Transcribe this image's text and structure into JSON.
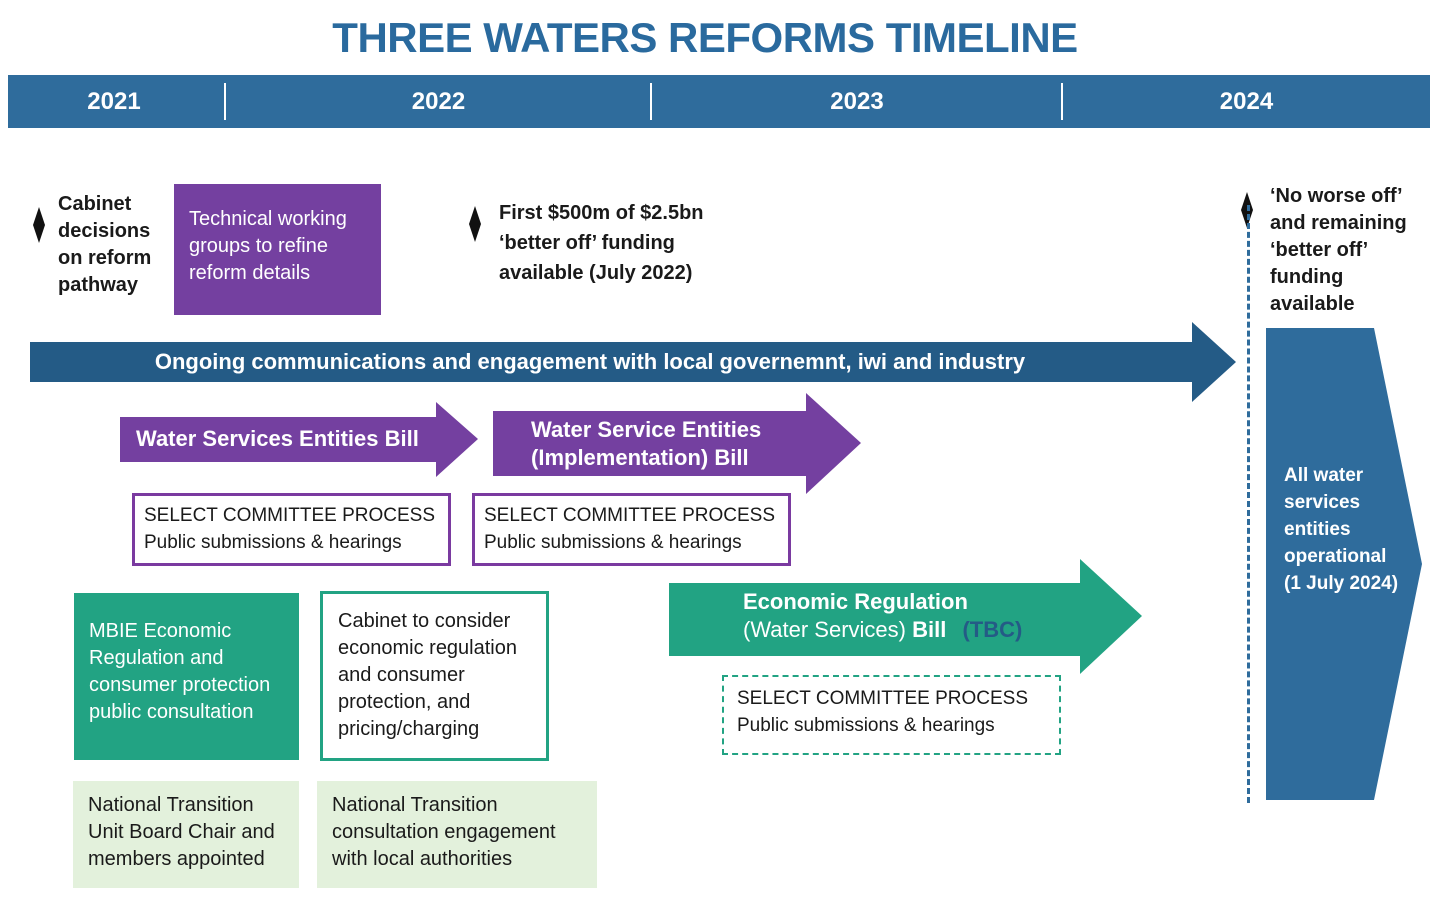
{
  "title": "THREE WATERS REFORMS TIMELINE",
  "years": [
    "2021",
    "2022",
    "2023",
    "2024"
  ],
  "milestones": {
    "cabinet_decisions": [
      "Cabinet",
      "decisions",
      "on reform",
      "pathway"
    ],
    "first_funding": [
      "First $500m of $2.5bn",
      "‘better off’ funding",
      "available (July 2022)"
    ],
    "no_worse_off": [
      "‘No worse off’",
      "and remaining",
      "‘better off’",
      "funding",
      "available"
    ]
  },
  "technical_working_groups": [
    "Technical working",
    "groups to refine",
    "reform details"
  ],
  "ongoing_communications": "Ongoing communications and engagement with local governemnt, iwi and industry",
  "water_services_entities_bill": "Water Services Entities Bill",
  "implementation_bill": [
    "Water Service Entities",
    "(Implementation) Bill"
  ],
  "select_committee": {
    "title": "SELECT COMMITTEE PROCESS",
    "subtitle": "Public submissions & hearings"
  },
  "mbie_consultation": [
    "MBIE Economic",
    "Regulation and",
    "consumer protection",
    "public consultation"
  ],
  "cabinet_consider": [
    "Cabinet to consider",
    "economic regulation",
    "and consumer",
    "protection, and",
    "pricing/charging"
  ],
  "economic_regulation_bill": {
    "line1": "Economic Regulation",
    "line2_light": "(Water Services)",
    "line2_bold": "Bill",
    "tbc": "(TBC)"
  },
  "national_transition_board": [
    "National Transition",
    "Unit Board Chair and",
    "members appointed"
  ],
  "national_transition_consultation": [
    "National Transition",
    "consultation engagement",
    "with local authorities"
  ],
  "all_entities_operational": [
    "All water",
    "services",
    "entities",
    "operational",
    "(1 July 2024)"
  ],
  "colors": {
    "blue": "#2f6c9c",
    "dark_blue": "#245b86",
    "purple": "#7440a0",
    "teal": "#22a383",
    "light_green": "#e3f1dc"
  }
}
